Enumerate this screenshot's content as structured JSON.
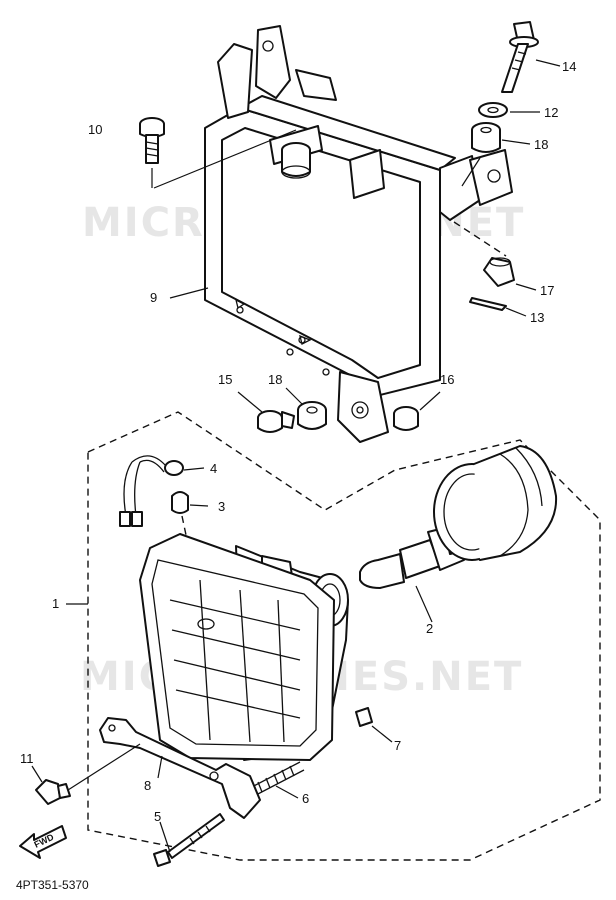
{
  "watermark": "MICROFICHES.NET",
  "diagram_code": "4PT351-5370",
  "fwd_label": "FWD",
  "callouts": [
    {
      "id": "c1",
      "label": "1"
    },
    {
      "id": "c2",
      "label": "2"
    },
    {
      "id": "c3",
      "label": "3"
    },
    {
      "id": "c4",
      "label": "4"
    },
    {
      "id": "c5",
      "label": "5"
    },
    {
      "id": "c6",
      "label": "6"
    },
    {
      "id": "c7",
      "label": "7"
    },
    {
      "id": "c8",
      "label": "8"
    },
    {
      "id": "c9",
      "label": "9"
    },
    {
      "id": "c10",
      "label": "10"
    },
    {
      "id": "c11",
      "label": "11"
    },
    {
      "id": "c12",
      "label": "12"
    },
    {
      "id": "c13",
      "label": "13"
    },
    {
      "id": "c14",
      "label": "14"
    },
    {
      "id": "c15",
      "label": "15"
    },
    {
      "id": "c16",
      "label": "16"
    },
    {
      "id": "c17",
      "label": "17"
    },
    {
      "id": "c18a",
      "label": "18"
    },
    {
      "id": "c18b",
      "label": "18"
    }
  ]
}
